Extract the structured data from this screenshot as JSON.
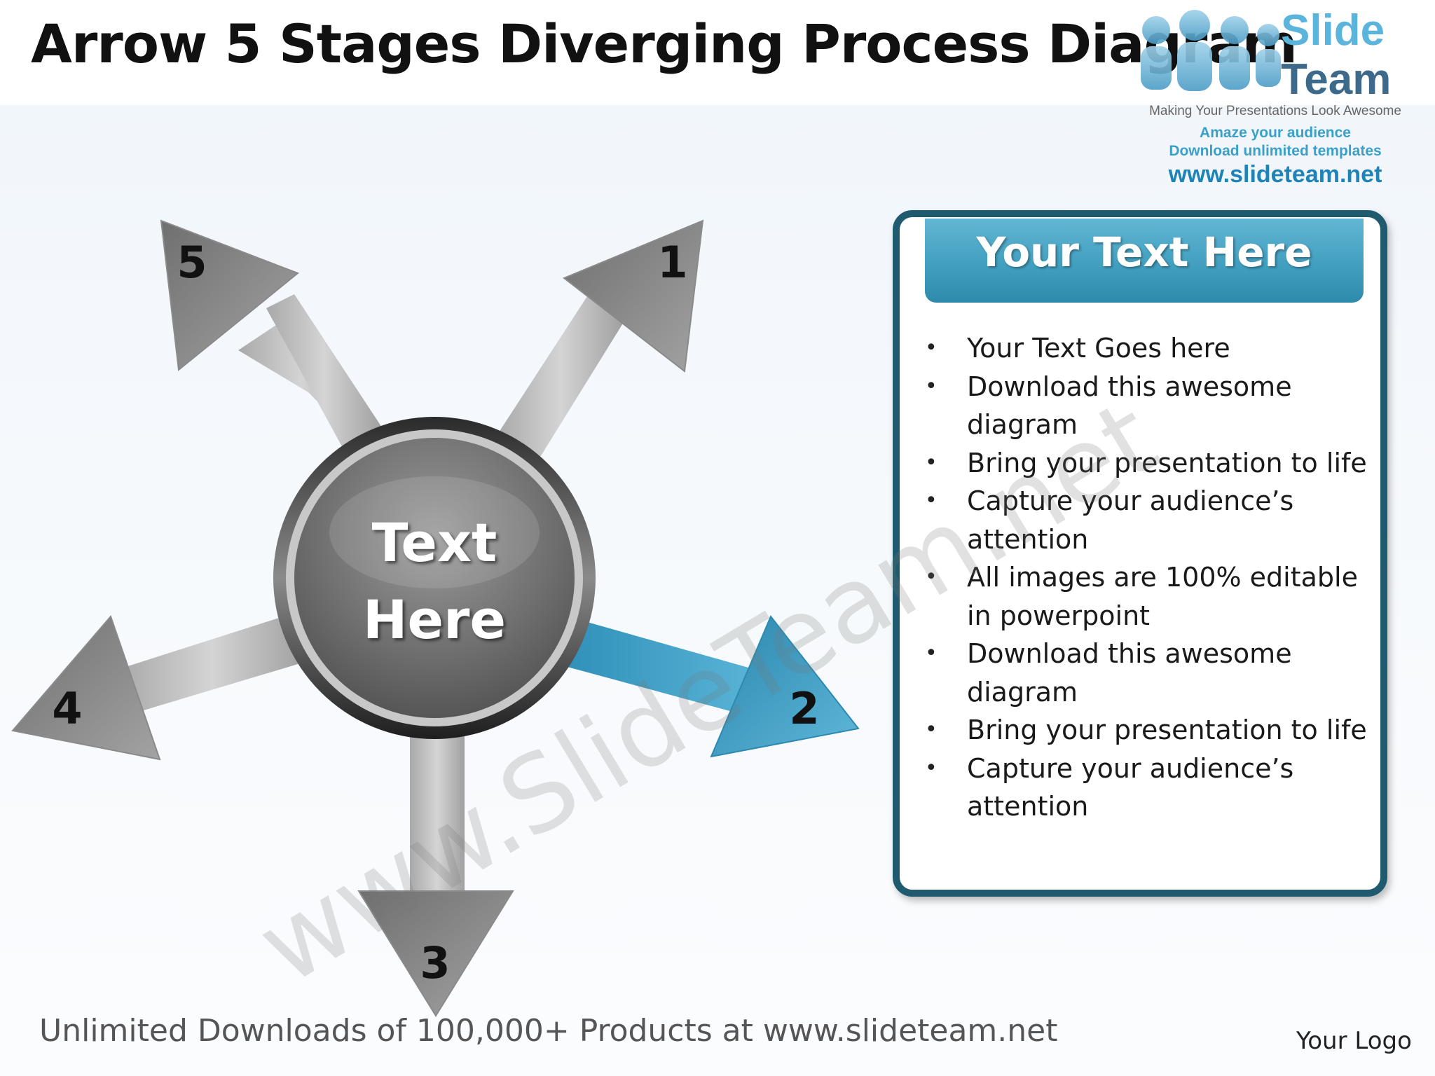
{
  "slide": {
    "title": "Arrow 5 Stages Diverging Process Diagram",
    "footer": "Unlimited Downloads of 100,000+ Products at www.slideteam.net",
    "logo_text": "Your Logo",
    "watermark": "www.SlideTeam.net"
  },
  "brand": {
    "word_1": "Slide",
    "word_2": "Team",
    "tagline_1": "Making Your Presentations Look Awesome",
    "tagline_2": "Amaze your audience",
    "tagline_3": "Download unlimited templates",
    "url": "www.slideteam.net"
  },
  "diagram": {
    "center_label_line1": "Text",
    "center_label_line2": "Here",
    "stages": [
      {
        "number": "1",
        "highlighted": false
      },
      {
        "number": "2",
        "highlighted": true
      },
      {
        "number": "3",
        "highlighted": false
      },
      {
        "number": "4",
        "highlighted": false
      },
      {
        "number": "5",
        "highlighted": false
      }
    ],
    "colors": {
      "arrow_gray": "#8a8a8a",
      "arrow_highlight": "#3b9cc2",
      "circle_dark": "#6a6a6a"
    }
  },
  "panel": {
    "header": "Your Text Here",
    "bullets": [
      "Your Text Goes here",
      "Download this awesome diagram",
      "Bring your presentation to life",
      "Capture your audience’s attention",
      "All images are 100% editable in powerpoint",
      "Download this awesome diagram",
      "Bring your presentation to life",
      "Capture your audience’s attention"
    ],
    "colors": {
      "border": "#1f5a6e",
      "header": "#3f9dbd"
    }
  }
}
